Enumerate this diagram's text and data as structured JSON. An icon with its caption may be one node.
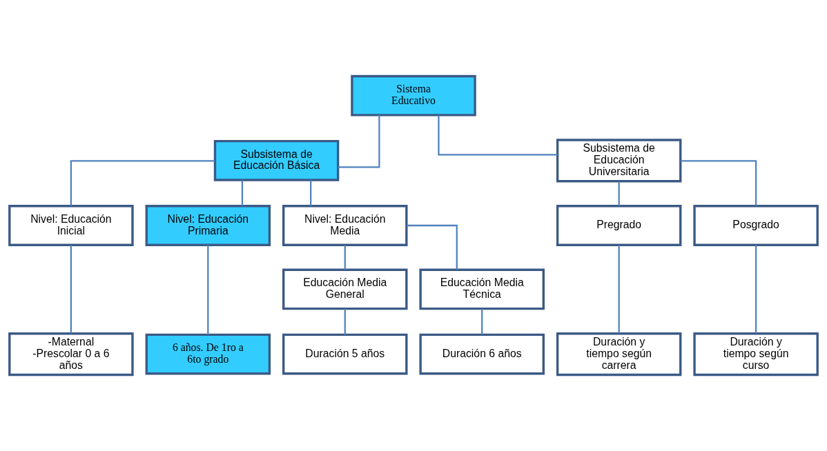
{
  "diagram": {
    "nodes": [
      {
        "text": [
          "Sistema Educativo"
        ]
      },
      {
        "text": [
          "Subsistema de Educación Básica"
        ]
      },
      {
        "text": [
          "Subsistema de Educación Universitaria"
        ]
      },
      {
        "text": [
          "Nivel: Educación Inicial"
        ]
      },
      {
        "text": [
          "Nivel: Educación Primaria"
        ]
      },
      {
        "text": [
          "Nivel: Educación Media"
        ]
      },
      {
        "text": [
          "Pregrado"
        ]
      },
      {
        "text": [
          "Posgrado"
        ]
      },
      {
        "text": [
          "Educación Media General"
        ]
      },
      {
        "text": [
          "Educación Media Técnica"
        ]
      },
      {
        "text": [
          "-Maternal -Prescolar 0 a 6 años"
        ]
      },
      {
        "text": [
          "6 años. De 1ro a 6to grado"
        ]
      },
      {
        "text": [
          "Duración 5 años"
        ]
      },
      {
        "text": [
          "Duración 6 años"
        ]
      },
      {
        "text": [
          "Duración y tiempo según carrera"
        ]
      },
      {
        "text": [
          "Duración y tiempo según curso"
        ]
      }
    ],
    "edges": [
      {
        "from": 0,
        "to": 1,
        "arrow": "none"
      },
      {
        "from": 0,
        "to": 2,
        "arrow": "none"
      },
      {
        "from": 1,
        "to": 3,
        "arrow": "none"
      },
      {
        "from": 1,
        "to": 4,
        "arrow": "none"
      },
      {
        "from": 1,
        "to": 5,
        "arrow": "none"
      },
      {
        "from": 2,
        "to": 6,
        "arrow": "none"
      },
      {
        "from": 2,
        "to": 7,
        "arrow": "none"
      },
      {
        "from": 5,
        "to": 8,
        "arrow": "none"
      },
      {
        "from": 5,
        "to": 9,
        "arrow": "none"
      },
      {
        "from": 3,
        "to": 10,
        "arrow": "none"
      },
      {
        "from": 4,
        "to": 11,
        "arrow": "none"
      },
      {
        "from": 8,
        "to": 12,
        "arrow": "none"
      },
      {
        "from": 9,
        "to": 13,
        "arrow": "none"
      },
      {
        "from": 6,
        "to": 14,
        "arrow": "none"
      },
      {
        "from": 7,
        "to": 15,
        "arrow": "none"
      }
    ]
  }
}
